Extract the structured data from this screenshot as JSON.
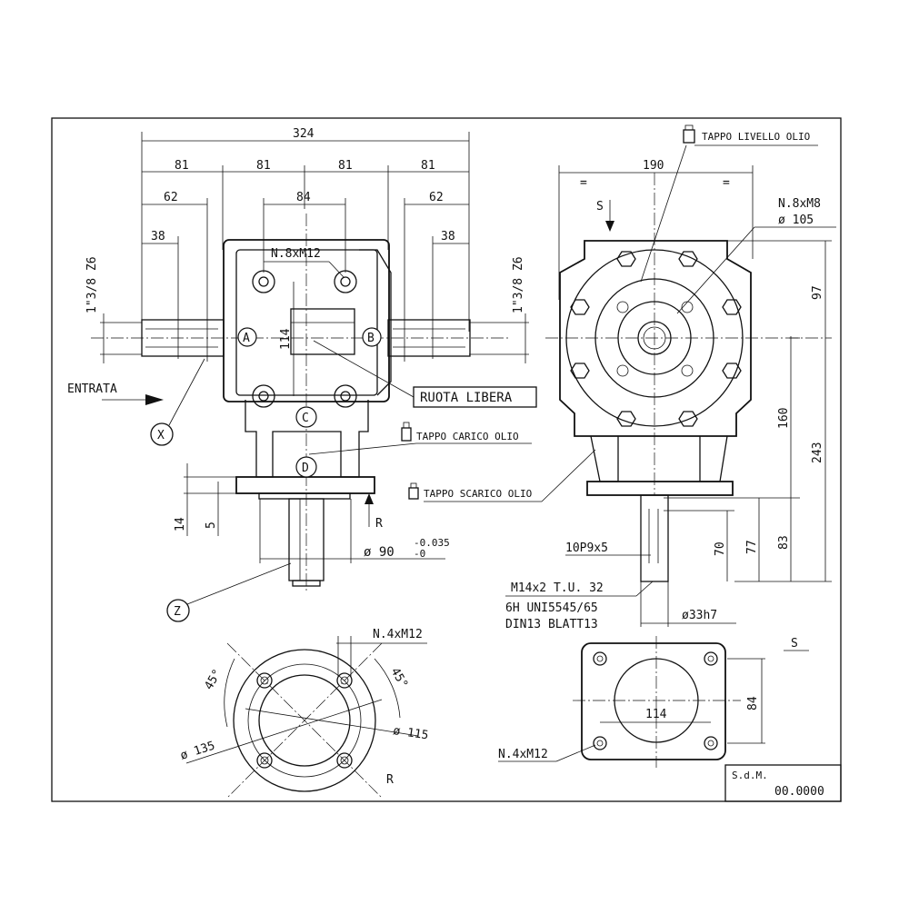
{
  "front_view": {
    "dim_overall": "324",
    "dim_81_a": "81",
    "dim_81_b": "81",
    "dim_81_c": "81",
    "dim_81_d": "81",
    "dim_62_left": "62",
    "dim_62_right": "62",
    "dim_84": "84",
    "dim_38_left": "38",
    "dim_38_right": "38",
    "dim_114": "114",
    "spline_left": "1\"3/8 Z6",
    "spline_right": "1\"3/8 Z6",
    "bolts": "N.8xM12",
    "label_a": "A",
    "label_b": "B",
    "label_c": "C",
    "label_d": "D",
    "label_x": "X",
    "label_z": "Z",
    "label_r": "R",
    "entrata": "ENTRATA",
    "ruota_libera": "RUOTA LIBERA",
    "tappo_carico": "TAPPO CARICO OLIO",
    "dim_14": "14",
    "dim_5": "5",
    "dim_90": "ø 90",
    "tol_upper": "-0.035",
    "tol_lower": "-0"
  },
  "side_view": {
    "dim_190": "190",
    "bolts": "N.8xM8",
    "dia_105": "ø 105",
    "label_s": "S",
    "tappo_livello": "TAPPO LIVELLO OLIO",
    "tappo_scarico": "TAPPO SCARICO OLIO",
    "dim_97": "97",
    "dim_160": "160",
    "dim_243": "243",
    "dim_83": "83",
    "dim_77": "77",
    "dim_70": "70",
    "key": "10P9x5",
    "thread": "M14x2 T.U. 32",
    "std_1": "6H UNI5545/65",
    "std_2": "DIN13 BLATT13",
    "dia_33": "ø33h7"
  },
  "flange_r": {
    "bolts": "N.4xM12",
    "angle_left": "45°",
    "angle_right": "45°",
    "dia_135": "ø 135",
    "dia_115": "ø 115",
    "label": "R"
  },
  "flange_s": {
    "label": "S",
    "dim_114": "114",
    "dim_84": "84",
    "bolts": "N.4xM12"
  },
  "title_block": {
    "sdm": "S.d.M.",
    "code": "00.0000"
  }
}
